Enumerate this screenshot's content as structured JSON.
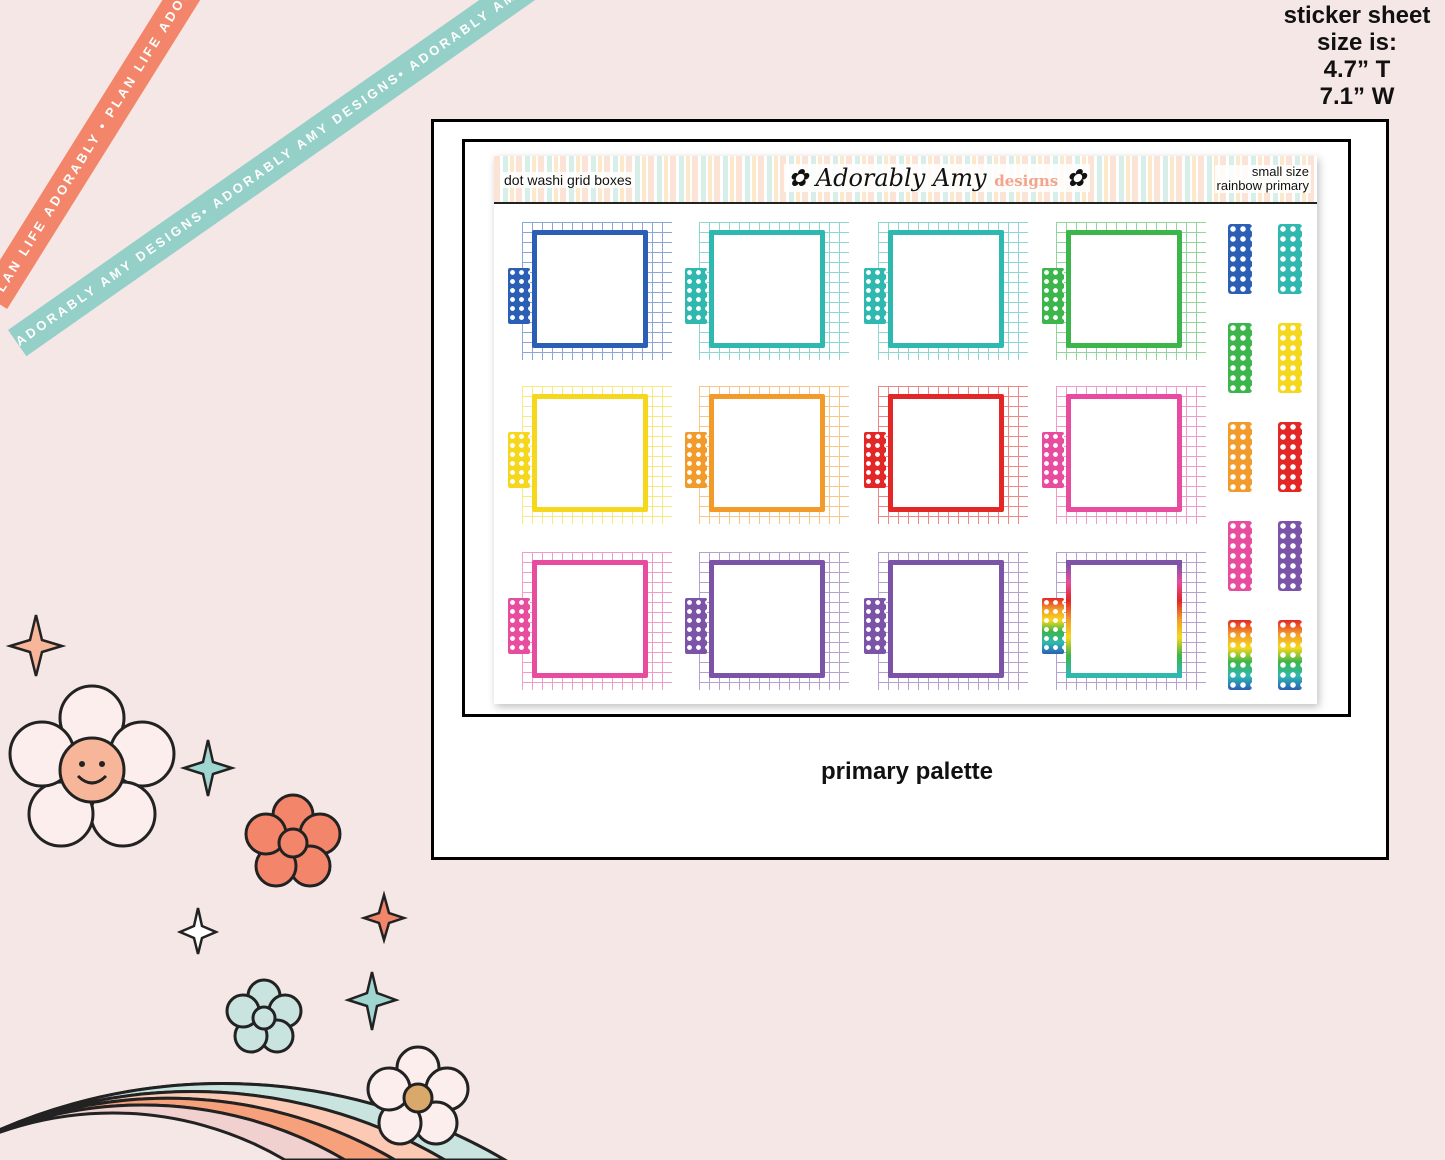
{
  "ribbons": {
    "orange_text": "PLAN LIFE ADORABLY • PLAN LIFE ADORABLY • PLAN LIFE AD",
    "teal_text": "ADORABLY AMY DESIGNS• ADORABLY AMY DESIGNS• ADORABLY AMY DESIGNS"
  },
  "size_note": {
    "line1": "sticker sheet",
    "line2": "size is:",
    "line3": "4.7” T",
    "line4": "7.1” W"
  },
  "sheet": {
    "header_left": "dot washi grid boxes",
    "logo_main": "Adorably Amy",
    "logo_sub": "designs",
    "header_right_line1": "small size",
    "header_right_line2": "rainbow primary"
  },
  "caption": "primary palette",
  "colors": {
    "background": "#f6e7e7",
    "blue": "#2b5fb5",
    "teal": "#2fb8b0",
    "green": "#3cb54a",
    "yellow": "#f5d81d",
    "orange": "#f29b2b",
    "red": "#e32626",
    "pink": "#e84c9e",
    "purple": "#7b54a8",
    "ribbon_orange": "#f3866a",
    "ribbon_teal": "#94cfc8"
  },
  "boxes": [
    {
      "color": "#2b5fb5"
    },
    {
      "color": "#2fb8b0"
    },
    {
      "color": "#2fb8b0"
    },
    {
      "color": "#3cb54a"
    },
    {
      "color": "#f5d81d"
    },
    {
      "color": "#f29b2b"
    },
    {
      "color": "#e32626"
    },
    {
      "color": "#e84c9e"
    },
    {
      "color": "#e84c9e"
    },
    {
      "color": "#7b54a8"
    },
    {
      "color": "#7b54a8"
    },
    {
      "color": "rainbow"
    }
  ],
  "tabs": [
    {
      "color": "#2b5fb5"
    },
    {
      "color": "#2fb8b0"
    },
    {
      "color": "#3cb54a"
    },
    {
      "color": "#f5d81d"
    },
    {
      "color": "#f29b2b"
    },
    {
      "color": "#e32626"
    },
    {
      "color": "#e84c9e"
    },
    {
      "color": "#7b54a8"
    },
    {
      "color": "rainbow"
    },
    {
      "color": "rainbow"
    }
  ]
}
